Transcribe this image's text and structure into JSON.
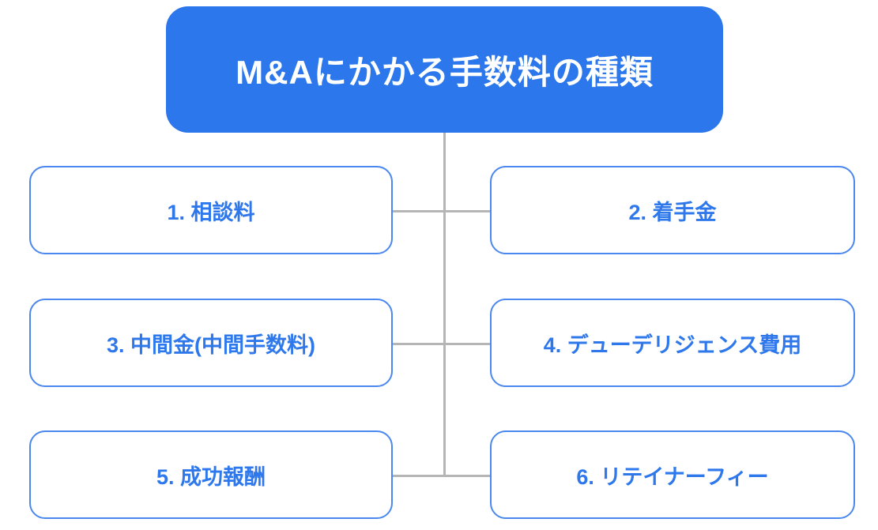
{
  "diagram": {
    "title": "M&Aにかかる手数料の種類",
    "items": [
      {
        "label": "1. 相談料"
      },
      {
        "label": "2. 着手金"
      },
      {
        "label": "3. 中間金(中間手数料)"
      },
      {
        "label": "4. デューデリジェンス費用"
      },
      {
        "label": "5. 成功報酬"
      },
      {
        "label": "6. リテイナーフィー"
      }
    ],
    "colors": {
      "header_bg": "#2b77eb",
      "header_text": "#ffffff",
      "box_border": "#4a87ee",
      "box_text": "#2e78ec",
      "connector": "#b5b5b5",
      "background": "#ffffff"
    }
  }
}
